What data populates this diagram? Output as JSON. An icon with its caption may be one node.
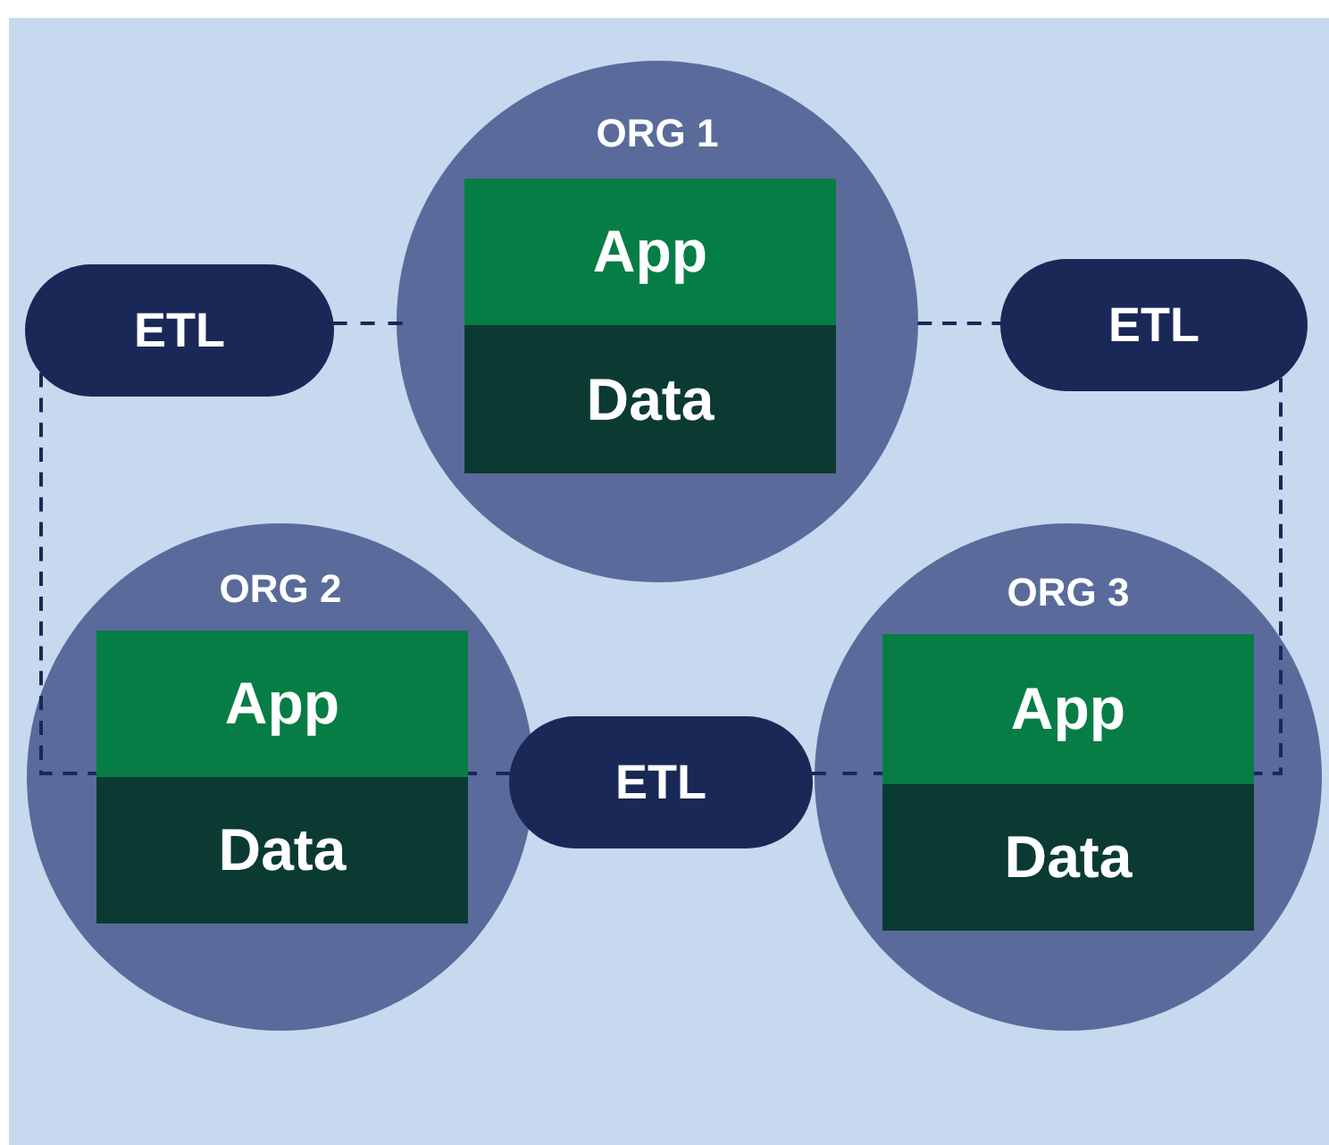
{
  "diagram": {
    "nodes": [
      {
        "text": [
          "ORG 1"
        ]
      },
      {
        "text": [
          "App"
        ],
        "in": 0
      },
      {
        "text": [
          "Data"
        ],
        "in": 0
      },
      {
        "text": [
          "ETL"
        ]
      },
      {
        "text": [
          "ETL"
        ]
      },
      {
        "text": [
          "ORG 2"
        ]
      },
      {
        "text": [
          "App"
        ],
        "in": 5
      },
      {
        "text": [
          "Data"
        ],
        "in": 5
      },
      {
        "text": [
          "ETL"
        ]
      },
      {
        "text": [
          "ORG 3"
        ]
      },
      {
        "text": [
          "App"
        ],
        "in": 9
      },
      {
        "text": [
          "Data"
        ],
        "in": 9
      }
    ],
    "edges": [
      {
        "from": 3,
        "to": 0,
        "arrow": "none",
        "style": "dashed"
      },
      {
        "from": 0,
        "to": 4,
        "arrow": "none",
        "style": "dashed"
      },
      {
        "from": 3,
        "to": 6,
        "arrow": "none",
        "style": "dashed"
      },
      {
        "from": 8,
        "to": 6,
        "arrow": "none",
        "style": "dashed"
      },
      {
        "from": 8,
        "to": 10,
        "arrow": "none",
        "style": "dashed"
      },
      {
        "from": 4,
        "to": 10,
        "arrow": "none",
        "style": "dashed"
      }
    ]
  }
}
